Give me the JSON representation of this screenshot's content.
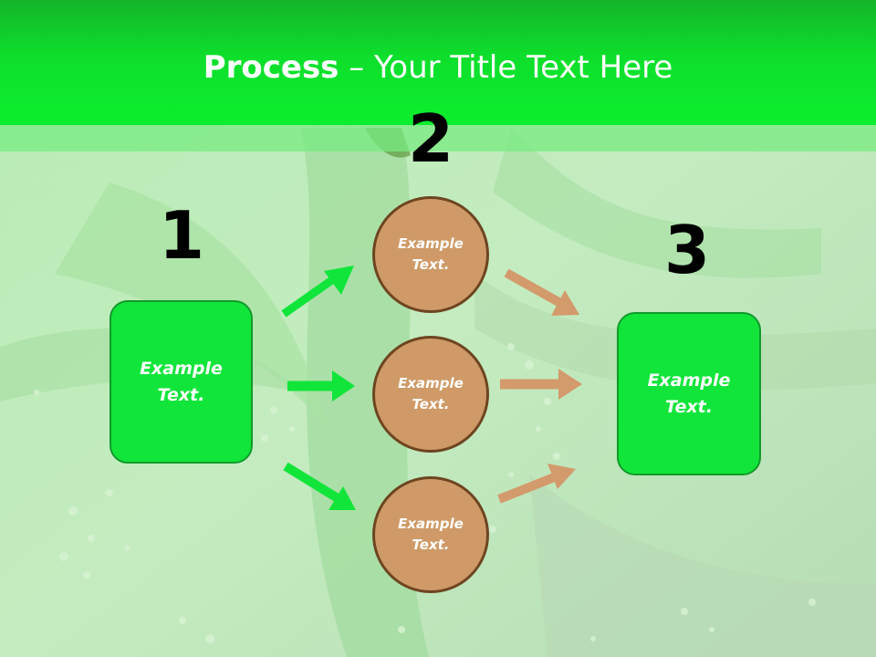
{
  "title": {
    "bold": "Process",
    "rest": " – Your Title Text Here"
  },
  "steps": [
    {
      "number": "1",
      "label": "Example\nText."
    },
    {
      "number": "2",
      "labels": [
        "Example\nText.",
        "Example\nText.",
        "Example\nText."
      ]
    },
    {
      "number": "3",
      "label": "Example\nText."
    }
  ],
  "colors": {
    "header": "#0bef2d",
    "box_fill": "#11e53a",
    "circle_fill": "#cf9a67",
    "circle_border": "#6e4521",
    "green_arrow": "#11e53a",
    "tan_arrow": "#d39a6c"
  }
}
